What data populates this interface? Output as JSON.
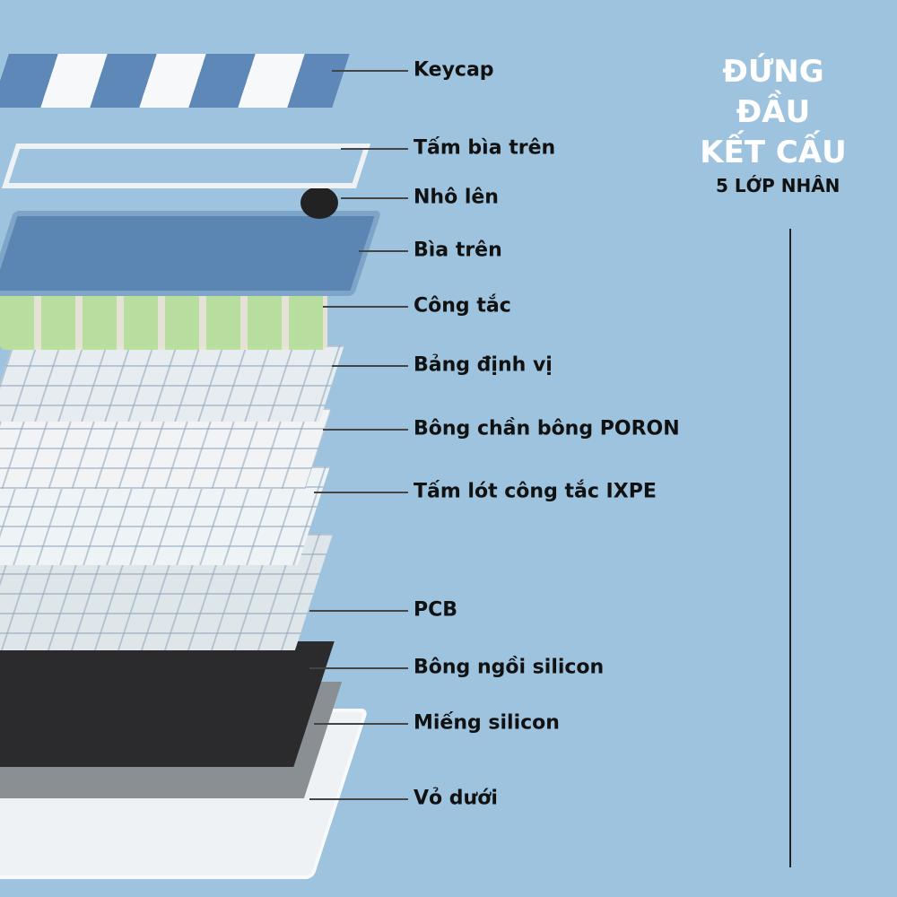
{
  "heading": {
    "line1": "ĐỨNG ĐẦU",
    "line2": "KẾT CẤU",
    "subtitle": "5 LỚP NHÂN"
  },
  "labels": [
    "Keycap",
    "Tấm bìa trên",
    "Nhô lên",
    "Bìa trên",
    "Công tắc",
    "Bảng định vị",
    "Bông chần bông PORON",
    "Tấm lót công tắc IXPE",
    "PCB",
    "Bông ngồi silicon",
    "Miếng silicon",
    "Vỏ dưới"
  ],
  "colors": {
    "background": "#9dc3de",
    "title": "#ffffff",
    "switch": "#a8d68a",
    "case": "#5b86b3"
  }
}
